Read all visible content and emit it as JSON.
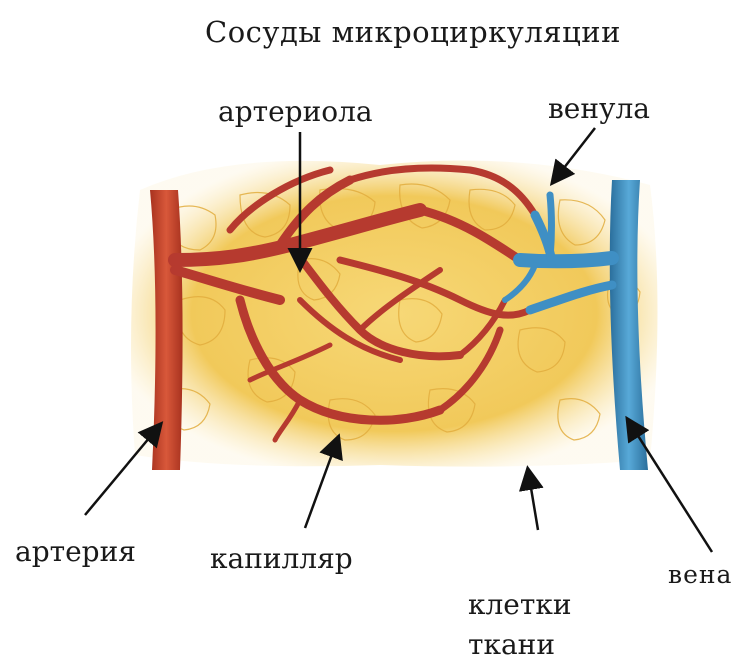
{
  "title": "Сосуды микроциркуляции",
  "labels": {
    "arteriole": "артериола",
    "venule": "венула",
    "artery": "артерия",
    "capillary": "капилляр",
    "tissue_cells_line1": "клетки",
    "tissue_cells_line2": "ткани",
    "vein": "вена"
  },
  "colors": {
    "tissue": "#f3cf63",
    "tissue_edge": "#e9b84a",
    "artery": "#c1402f",
    "vessel": "#b63a2f",
    "vein": "#3f8fc4",
    "arrow": "#111111"
  }
}
